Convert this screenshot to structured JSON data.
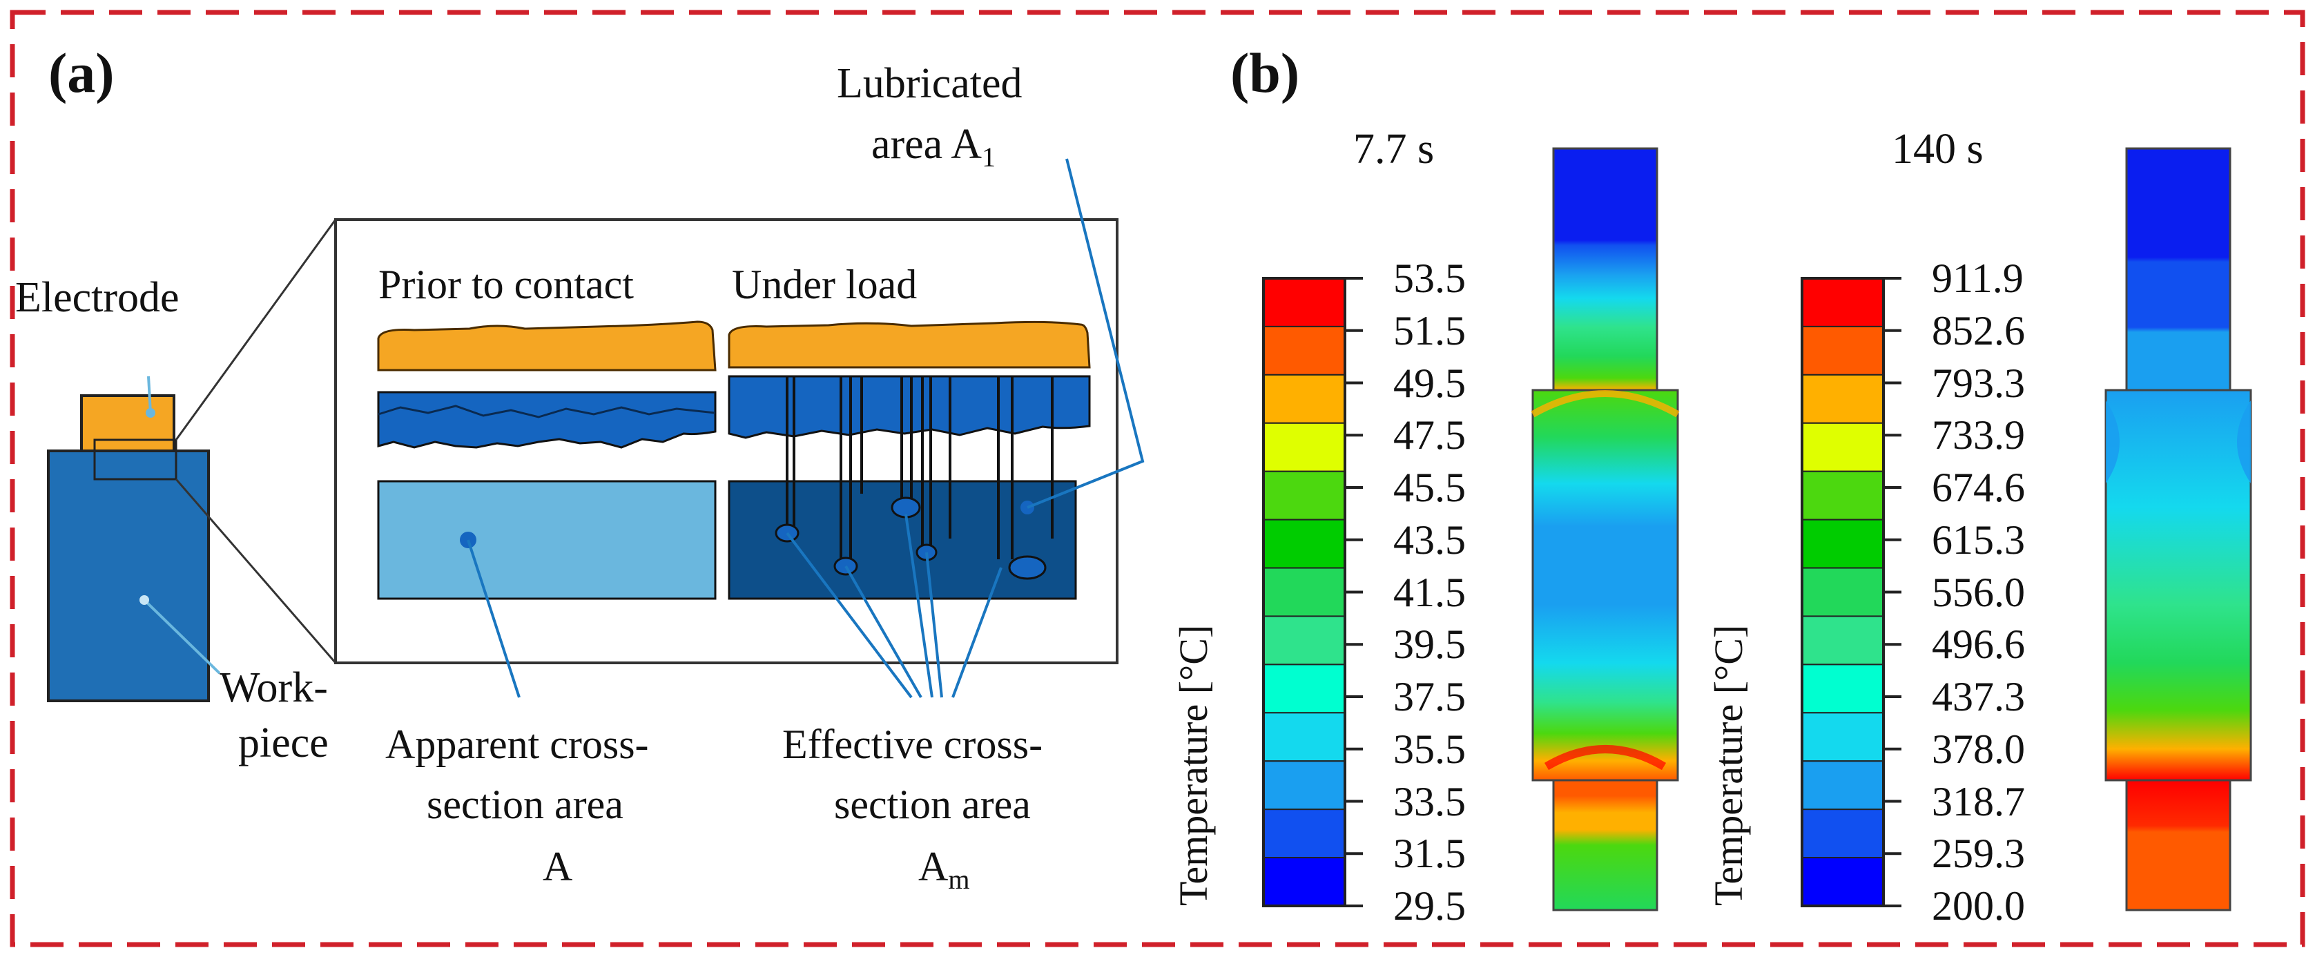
{
  "panel_a": {
    "tag": "(a)",
    "electrode_label": "Electrode",
    "workpiece_label_1": "Work-",
    "workpiece_label_2": "piece",
    "prior_label": "Prior to contact",
    "under_load_label": "Under load",
    "lubricated_line1": "Lubricated",
    "lubricated_line2": "area A",
    "lubricated_sub": "1",
    "apparent_line1": "Apparent cross-",
    "apparent_line2": "section area",
    "apparent_symbol": "A",
    "effective_line1": "Effective cross-",
    "effective_line2": "section area",
    "effective_symbol": "A",
    "effective_sub": "m",
    "colors": {
      "electrode": "#f5a623",
      "workpiece": "#1f6fb5",
      "lubricated": "#6ab7de",
      "dark_blue": "#0d4f8a",
      "leader": "#1976c0"
    }
  },
  "panel_b": {
    "tag": "(b)",
    "frames": [
      {
        "time": "7.7 s",
        "axis_label": "Temperature [°C]",
        "scale_values": [
          "53.5",
          "51.5",
          "49.5",
          "47.5",
          "45.5",
          "43.5",
          "41.5",
          "39.5",
          "37.5",
          "35.5",
          "33.5",
          "31.5",
          "29.5"
        ]
      },
      {
        "time": "140 s",
        "axis_label": "Temperature [°C]",
        "scale_values": [
          "911.9",
          "852.6",
          "793.3",
          "733.9",
          "674.6",
          "615.3",
          "556.0",
          "496.6",
          "437.3",
          "378.0",
          "318.7",
          "259.3",
          "200.0"
        ]
      }
    ],
    "colormap": [
      "#ff0000",
      "#ff5a00",
      "#ffb000",
      "#dfff00",
      "#4cd80f",
      "#00cc00",
      "#22d85a",
      "#2fe38c",
      "#00ffd0",
      "#14d9ee",
      "#1a9ff0",
      "#1150f0",
      "#0000ff"
    ]
  },
  "border_color": "#d0202a"
}
